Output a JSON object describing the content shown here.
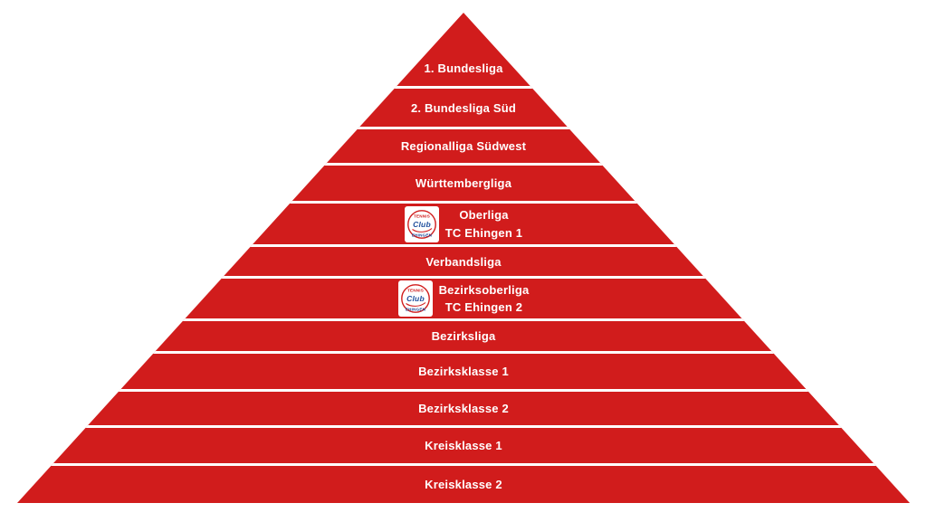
{
  "pyramid": {
    "description": "Tennis league hierarchy pyramid",
    "levels": [
      {
        "label": "1. Bundesliga"
      },
      {
        "label": "2. Bundesliga Süd"
      },
      {
        "label": "Regionalliga Südwest"
      },
      {
        "label": "Württembergliga"
      },
      {
        "label": "Oberliga",
        "team": "TC Ehingen 1",
        "has_logo": true
      },
      {
        "label": "Verbandsliga"
      },
      {
        "label": "Bezirksoberliga",
        "team": "TC Ehingen 2",
        "has_logo": true
      },
      {
        "label": "Bezirksliga"
      },
      {
        "label": "Bezirksklasse 1"
      },
      {
        "label": "Bezirksklasse 2"
      },
      {
        "label": "Kreisklasse 1"
      },
      {
        "label": "Kreisklasse 2"
      }
    ],
    "logo": {
      "line1": "TENNIS",
      "line2": "Club",
      "line3": "EHINGEN"
    },
    "colors": {
      "pyramid_red": "#d11c1c",
      "separator_white": "#ffffff",
      "label_text": "#ffffff",
      "logo_blue": "#1f4e9c"
    }
  }
}
